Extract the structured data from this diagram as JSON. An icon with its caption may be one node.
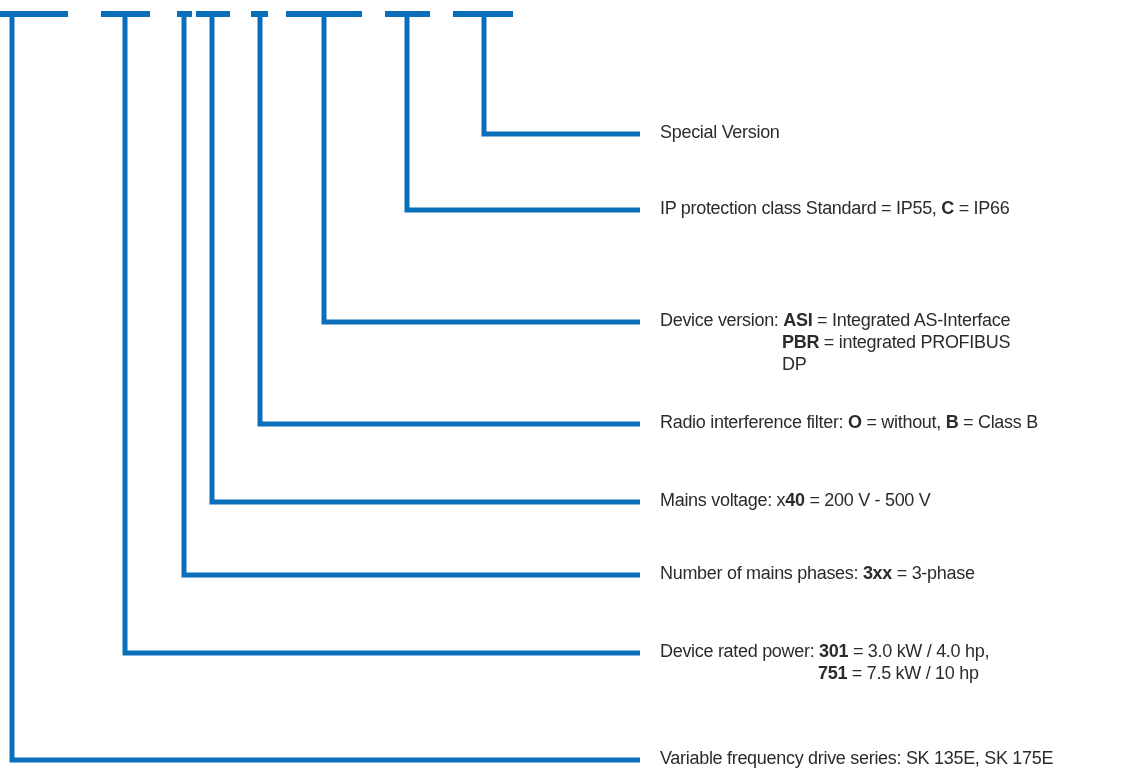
{
  "diagram": {
    "nodes": [
      {
        "text": [],
        "shape": "bar"
      },
      {
        "text": [],
        "shape": "bar"
      },
      {
        "text": [],
        "shape": "bar"
      },
      {
        "text": [],
        "shape": "bar"
      },
      {
        "text": [],
        "shape": "bar"
      },
      {
        "text": [],
        "shape": "bar"
      },
      {
        "text": [],
        "shape": "bar"
      },
      {
        "text": [],
        "shape": "bar"
      },
      {
        "text": [
          "Special Version"
        ]
      },
      {
        "text": [
          "IP protection class Standard = IP55, **C** = IP66"
        ]
      },
      {
        "text": [
          "Device version: **ASI** = Integrated AS-Interface **PBR** = integrated PROFIBUS DP"
        ]
      },
      {
        "text": [
          "Radio interference filter: **O** = without, **B** = Class B"
        ]
      },
      {
        "text": [
          "Mains voltage: x**40** = 200 V - 500 V"
        ]
      },
      {
        "text": [
          "Number of mains phases: **3xx** = 3-phase"
        ]
      },
      {
        "text": [
          "Device rated power: **301** = 3.0 kW / 4.0 hp, **751** = 7.5 kW / 10 hp"
        ]
      },
      {
        "text": [
          "Variable frequency drive series: SK 135E, SK 175E"
        ]
      }
    ],
    "edges": [
      {
        "from": 7,
        "to": 8,
        "arrow": "none"
      },
      {
        "from": 6,
        "to": 9,
        "arrow": "none"
      },
      {
        "from": 5,
        "to": 10,
        "arrow": "none"
      },
      {
        "from": 4,
        "to": 11,
        "arrow": "none"
      },
      {
        "from": 3,
        "to": 12,
        "arrow": "none"
      },
      {
        "from": 2,
        "to": 13,
        "arrow": "none"
      },
      {
        "from": 1,
        "to": 14,
        "arrow": "none"
      },
      {
        "from": 0,
        "to": 15,
        "arrow": "none"
      }
    ]
  }
}
